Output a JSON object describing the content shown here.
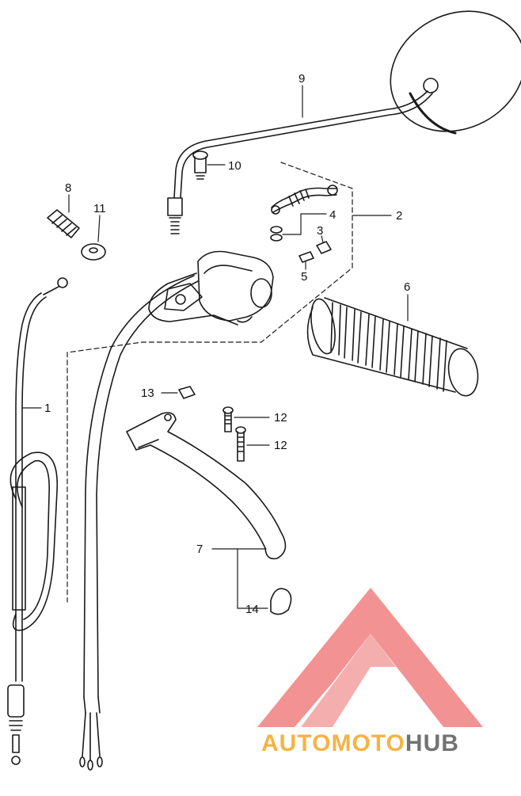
{
  "callouts": {
    "p1": "1",
    "p2": "2",
    "p3": "3",
    "p4": "4",
    "p5": "5",
    "p6": "6",
    "p7": "7",
    "p8": "8",
    "p9": "9",
    "p10": "10",
    "p11": "11",
    "p12a": "12",
    "p12b": "12",
    "p13": "13",
    "p14": "14"
  },
  "watermark": {
    "part1": "AUTO",
    "part2": "MOTO",
    "part3": "HUB",
    "color_logo": "#f08080",
    "color_text_light": "#f5a623",
    "color_text_dark": "#5a5a5a"
  },
  "colors": {
    "line": "#1a1a1a",
    "background": "#ffffff"
  }
}
